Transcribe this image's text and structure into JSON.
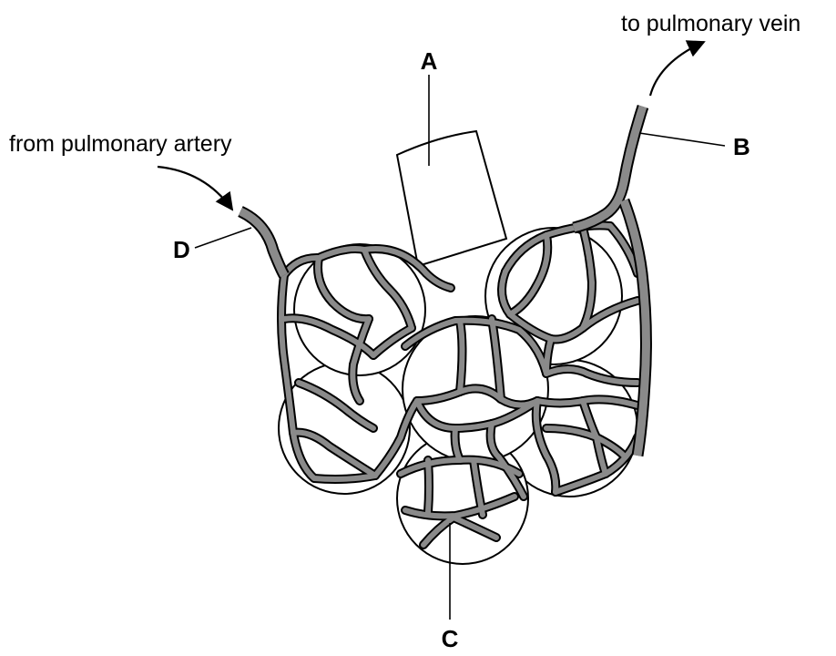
{
  "labels": {
    "A": "A",
    "B": "B",
    "C": "C",
    "D": "D",
    "to_vein": "to pulmonary vein",
    "from_artery": "from pulmonary artery"
  },
  "colors": {
    "capillary_fill": "#8a8a8a",
    "outline": "#000000",
    "background": "#ffffff"
  }
}
